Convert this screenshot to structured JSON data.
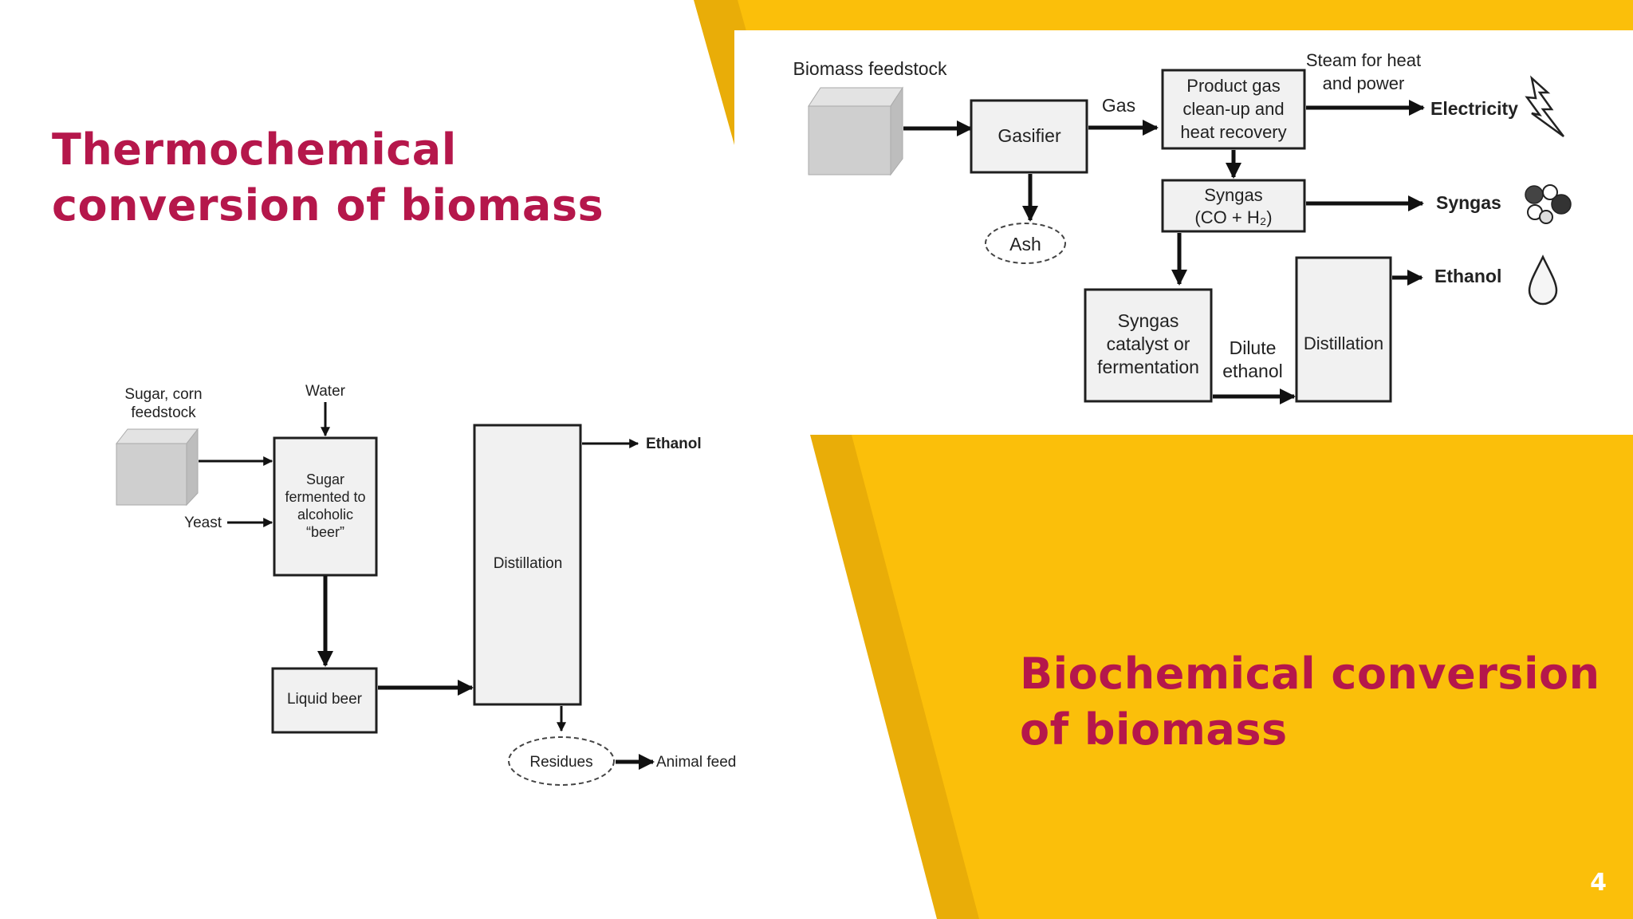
{
  "colors": {
    "heading": "#b5174b",
    "accent_yellow": "#fbbf0a",
    "accent_dark_yellow": "#e9ad08",
    "page_number": "#ffffff"
  },
  "slide": {
    "title_thermochemical": "Thermochemical conversion of biomass",
    "title_biochemical": "Biochemical conversion of biomass",
    "page_number": "4"
  },
  "thermo_diagram": {
    "feedstock": "Biomass feedstock",
    "gasifier": "Gasifier",
    "gas": "Gas",
    "ash": "Ash",
    "cleanup": [
      "Product gas",
      "clean-up and",
      "heat recovery"
    ],
    "steam": [
      "Steam for heat",
      "and power"
    ],
    "electricity": "Electricity",
    "syngas_box": [
      "Syngas",
      "(CO + H₂)"
    ],
    "syngas_out": "Syngas",
    "catalyst": [
      "Syngas",
      "catalyst or",
      "fermentation"
    ],
    "dilute": [
      "Dilute",
      "ethanol"
    ],
    "distillation": "Distillation",
    "ethanol": "Ethanol",
    "icons": [
      "lightning-icon",
      "molecule-icon",
      "droplet-icon"
    ]
  },
  "bio_diagram": {
    "feedstock": [
      "Sugar, corn",
      "feedstock"
    ],
    "water": "Water",
    "yeast": "Yeast",
    "ferment": [
      "Sugar",
      "fermented to",
      "alcoholic",
      "“beer”"
    ],
    "liquid_beer": "Liquid beer",
    "distillation": "Distillation",
    "ethanol": "Ethanol",
    "residues": "Residues",
    "animal_feed": "Animal feed"
  }
}
